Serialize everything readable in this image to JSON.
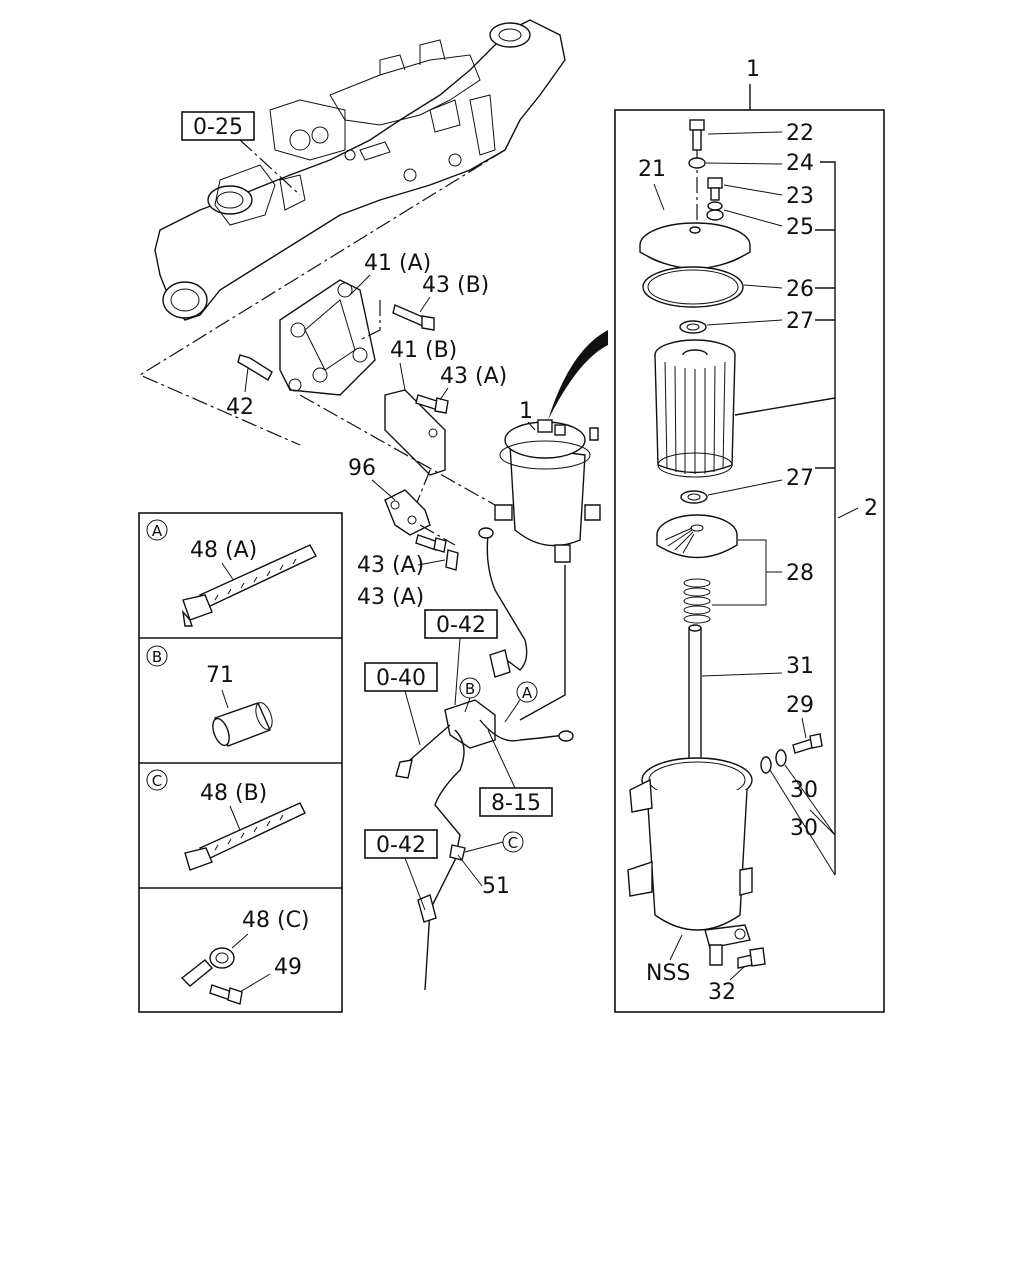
{
  "labels": {
    "l1_top": "1",
    "l1_mid": "1",
    "l2": "2",
    "l21": "21",
    "l22": "22",
    "l23": "23",
    "l24": "24",
    "l25": "25",
    "l26": "26",
    "l27a": "27",
    "l27b": "27",
    "l28": "28",
    "l29": "29",
    "l30a": "30",
    "l30b": "30",
    "l31": "31",
    "l32": "32",
    "lnss": "NSS",
    "l41a": "41 (A)",
    "l41b": "41 (B)",
    "l42": "42",
    "l43b": "43 (B)",
    "l43a1": "43 (A)",
    "l43a2": "43 (A)",
    "l43a3": "43 (A)",
    "l96": "96",
    "l48a": "48 (A)",
    "l48b": "48 (B)",
    "l48c": "48 (C)",
    "l49": "49",
    "l51": "51",
    "l71": "71"
  },
  "refs": {
    "r025": "0-25",
    "r042a": "0-42",
    "r040": "0-40",
    "r815": "8-15",
    "r042b": "0-42"
  },
  "circled": {
    "boxA": "A",
    "boxB": "B",
    "boxC": "C",
    "mainA": "A",
    "mainB": "B",
    "mainC": "C"
  }
}
